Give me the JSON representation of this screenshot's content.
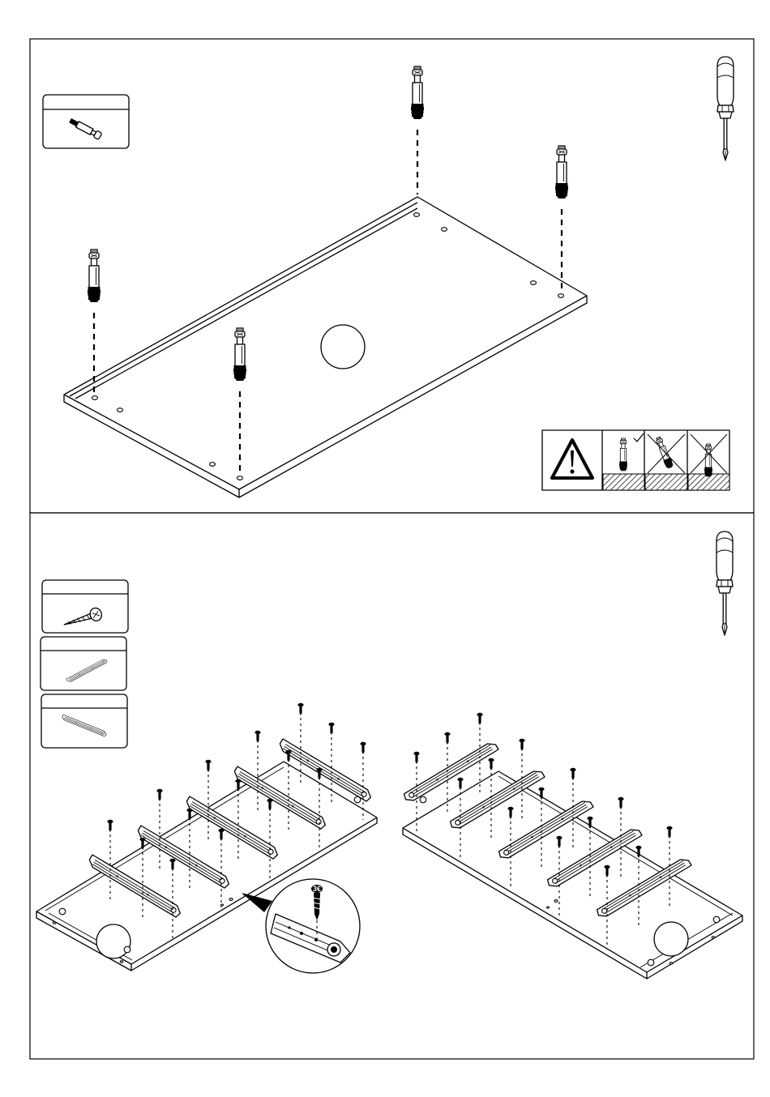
{
  "document": {
    "type": "assembly-instructions",
    "steps": [
      {
        "id": "step-1",
        "parts": [
          "cam-bolt"
        ],
        "tool": "phillips-screwdriver",
        "fastener_count": 4,
        "warning": {
          "icon": "warning-triangle-icon",
          "options": [
            "correct-depth",
            "tilted-wrong",
            "too-deep-wrong"
          ]
        }
      },
      {
        "id": "step-2",
        "parts": [
          "wood-screw",
          "drawer-runner-left",
          "drawer-runner-right"
        ],
        "tool": "phillips-screwdriver",
        "runners_per_panel": 5,
        "detail_callout": {
          "screw_label": "3€"
        }
      }
    ]
  }
}
